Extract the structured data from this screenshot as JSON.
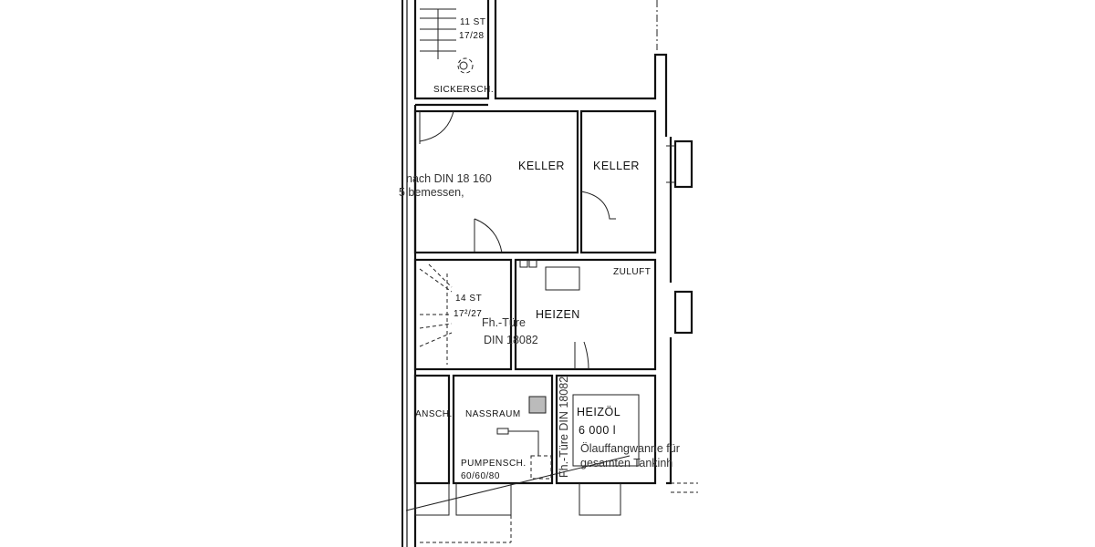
{
  "floor_plan": {
    "rooms": {
      "keller_1": "KELLER",
      "keller_2": "KELLER",
      "heizen": "HEIZEN",
      "nassraum": "NASSRAUM",
      "ansch": "ANSCH.",
      "heizoel": "HEIZÖL",
      "sickerschacht": "SICKERSCH."
    },
    "labels": {
      "stair_top_steps": "11 ST",
      "stair_top_ratio": "17/28",
      "stair_mid_steps": "14 ST",
      "stair_mid_ratio": "17²/27",
      "zuluft": "ZULUFT",
      "pumpensch": "PUMPENSCH.",
      "pumpensch_size": "60/60/80",
      "tank_volume": "6 000 l",
      "door_fire_1a": "Fh.-Türe",
      "door_fire_1b": "DIN 18082",
      "door_fire_2": "Fh.-Türe DIN 18082"
    },
    "notes": {
      "din_line1": "nach DIN 18 160",
      "din_line2": "5 bemessen,",
      "oil_line1": "Ölauffangwanne für",
      "oil_line2": "gesamten Tankinh"
    }
  }
}
